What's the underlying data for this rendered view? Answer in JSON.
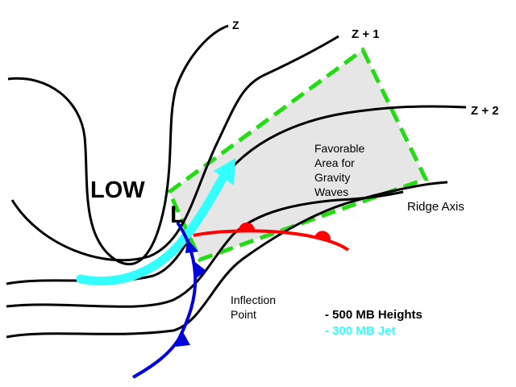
{
  "contour_labels": {
    "z": "Z",
    "z_plus_1": "Z + 1",
    "z_plus_2": "Z + 2"
  },
  "low_label": "LOW",
  "low_symbol": "L",
  "favorable_area": {
    "lines": [
      "Favorable",
      "Area for",
      "Gravity",
      "Waves"
    ],
    "border_color": "#22dd11",
    "fill_color": "#e6e6e6"
  },
  "ridge_label": "Ridge Axis",
  "inflection_label": [
    "Inflection",
    "Point"
  ],
  "legend": {
    "heights": {
      "text": "- 500 MB Heights",
      "color": "#000000"
    },
    "jet": {
      "text": "- 300 MB Jet",
      "color": "#33ffff"
    }
  },
  "colors": {
    "contour": "#000000",
    "jet_arrow": "#33ffff",
    "warm_front": "#ff0000",
    "cold_front": "#0000dd"
  }
}
